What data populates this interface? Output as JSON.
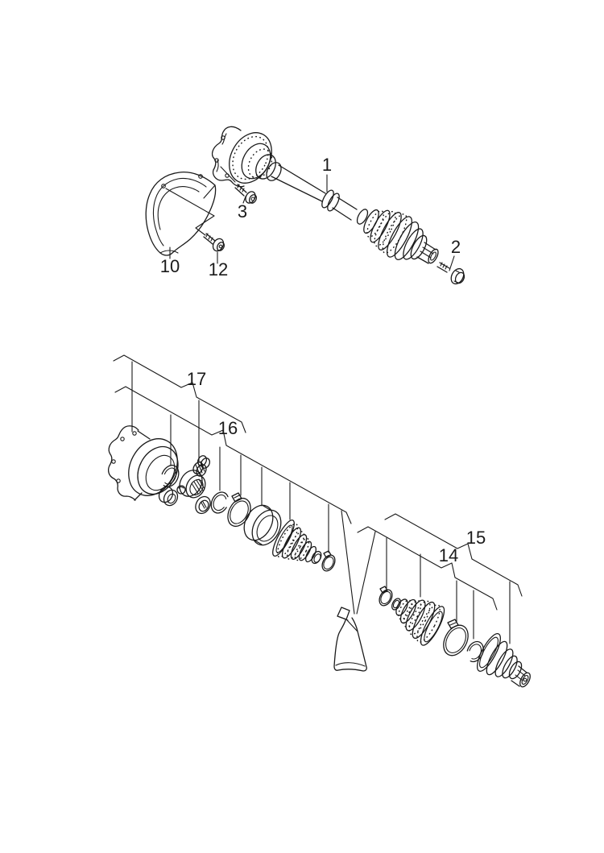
{
  "colors": {
    "background": "#ffffff",
    "line": "#1a1a1a"
  },
  "diagram_type": "exploded-parts-diagram",
  "callouts": {
    "c1": {
      "label": "1"
    },
    "c2": {
      "label": "2"
    },
    "c3": {
      "label": "3"
    },
    "c10": {
      "label": "10"
    },
    "c12": {
      "label": "12"
    },
    "c14": {
      "label": "14"
    },
    "c15": {
      "label": "15"
    },
    "c16": {
      "label": "16"
    },
    "c17": {
      "label": "17"
    }
  }
}
